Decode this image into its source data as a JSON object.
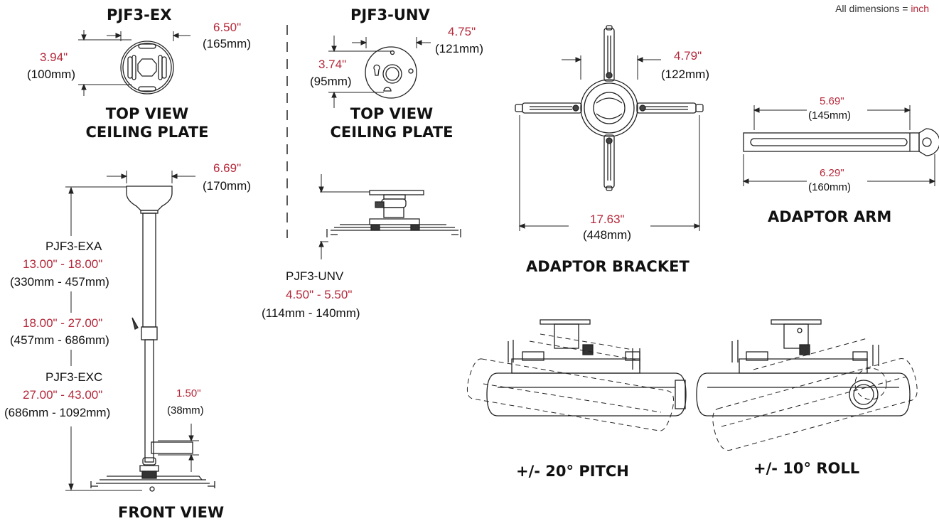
{
  "note": {
    "label": "All dimensions =",
    "unit": "inch"
  },
  "colors": {
    "accent": "#b5283a",
    "line": "#222222"
  },
  "ex_top": {
    "title": "PJF3-EX",
    "width_in": "6.50\"",
    "width_mm": "(165mm)",
    "slot_in": "3.94\"",
    "slot_mm": "(100mm)",
    "caption_1": "TOP VIEW",
    "caption_2": "CEILING PLATE"
  },
  "unv_top": {
    "title": "PJF3-UNV",
    "width_in": "4.75\"",
    "width_mm": "(121mm)",
    "slot_in": "3.74\"",
    "slot_mm": "(95mm)",
    "caption_1": "TOP VIEW",
    "caption_2": "CEILING PLATE"
  },
  "front": {
    "plate_in": "6.69\"",
    "plate_mm": "(170mm)",
    "exa_name": "PJF3-EXA",
    "exa_in": "13.00\" - 18.00\"",
    "exa_mm": "(330mm - 457mm)",
    "exb_in": "18.00\" - 27.00\"",
    "exb_mm": "(457mm - 686mm)",
    "exc_name": "PJF3-EXC",
    "exc_in": "27.00\" - 43.00\"",
    "exc_mm": "(686mm - 1092mm)",
    "arm_in": "1.50\"",
    "arm_mm": "(38mm)",
    "caption": "FRONT VIEW"
  },
  "unv_side": {
    "name": "PJF3-UNV",
    "range_in": "4.50\" - 5.50\"",
    "range_mm": "(114mm - 140mm)"
  },
  "bracket": {
    "hub_in": "4.79\"",
    "hub_mm": "(122mm)",
    "span_in": "17.63\"",
    "span_mm": "(448mm)",
    "caption": "ADAPTOR BRACKET"
  },
  "arm": {
    "short_in": "5.69\"",
    "short_mm": "(145mm)",
    "long_in": "6.29\"",
    "long_mm": "(160mm)",
    "caption": "ADAPTOR ARM"
  },
  "pitch": {
    "caption": "+/- 20° PITCH"
  },
  "roll": {
    "caption": "+/- 10° ROLL"
  }
}
